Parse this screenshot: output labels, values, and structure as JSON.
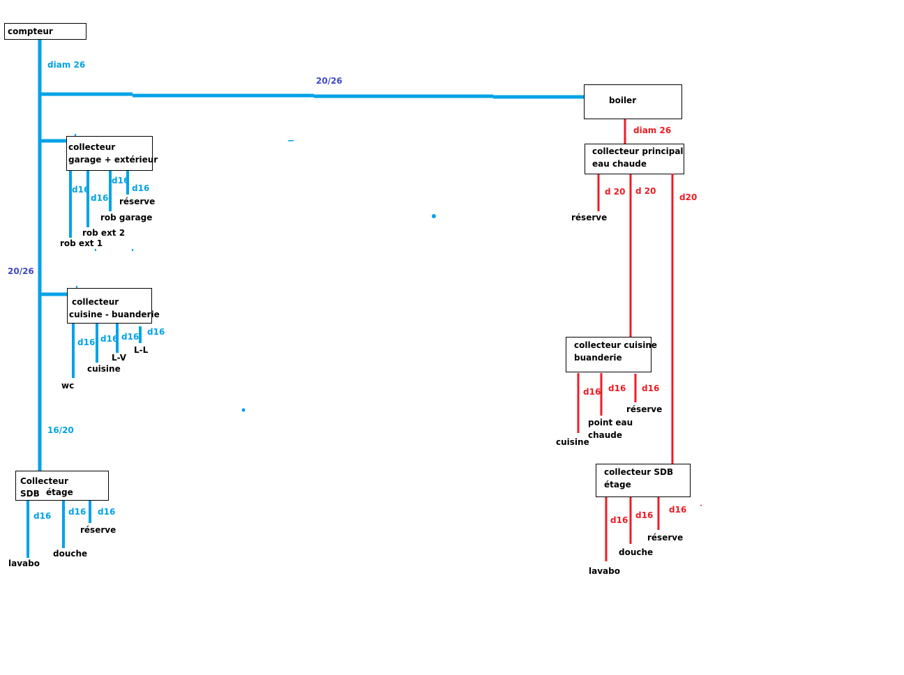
{
  "colors": {
    "cold_pipe": "#00a2e8",
    "hot_pipe": "#ed1c24",
    "main_label": "#3f48cc",
    "text": "#000000"
  },
  "cold": {
    "meter": {
      "label": "compteur"
    },
    "main_labels": {
      "diam": "diam 26",
      "to_boiler": "20/26",
      "middle": "20/26",
      "to_upstairs": "16/20"
    },
    "garage": {
      "line1": "collecteur",
      "line2": "garage + extérieur",
      "outlets": [
        {
          "size": "d16",
          "dest": "rob ext 1"
        },
        {
          "size": "d16",
          "dest": "rob ext 2"
        },
        {
          "size": "d16",
          "dest": "rob garage"
        },
        {
          "size": "d16",
          "dest": "réserve"
        }
      ]
    },
    "kitchen": {
      "line1": "collecteur",
      "line2": "cuisine - buanderie",
      "outlets": [
        {
          "size": "d16",
          "dest": "wc"
        },
        {
          "size": "d16",
          "dest": "cuisine"
        },
        {
          "size": "d16",
          "dest": "L-V"
        },
        {
          "size": "d16",
          "dest": "L-L"
        }
      ]
    },
    "bathroom": {
      "line1": "Collecteur",
      "line2a": "SDB",
      "line2b": "étage",
      "outlets": [
        {
          "size": "d16",
          "dest": "lavabo"
        },
        {
          "size": "d16",
          "dest": "douche"
        },
        {
          "size": "d16",
          "dest": "réserve"
        }
      ]
    }
  },
  "hot": {
    "boiler": {
      "label": "boiler",
      "outlet": "diam 26"
    },
    "main": {
      "line1": "collecteur principal",
      "line2": "eau chaude",
      "outlets": [
        {
          "size": "d 20",
          "dest": "réserve"
        },
        {
          "size": "d 20"
        },
        {
          "size": "d20"
        }
      ]
    },
    "kitchen": {
      "line1": "collecteur cuisine",
      "line2": "buanderie",
      "outlets": [
        {
          "size": "d16",
          "dest": "cuisine"
        },
        {
          "size": "d16",
          "dest_line1": "point eau",
          "dest_line2": "chaude"
        },
        {
          "size": "d16",
          "dest": "réserve"
        }
      ]
    },
    "bathroom": {
      "line1": "collecteur SDB",
      "line2": "étage",
      "outlets": [
        {
          "size": "d16",
          "dest": "lavabo"
        },
        {
          "size": "d16",
          "dest": "douche"
        },
        {
          "size": "d16",
          "dest": "réserve"
        }
      ]
    }
  }
}
